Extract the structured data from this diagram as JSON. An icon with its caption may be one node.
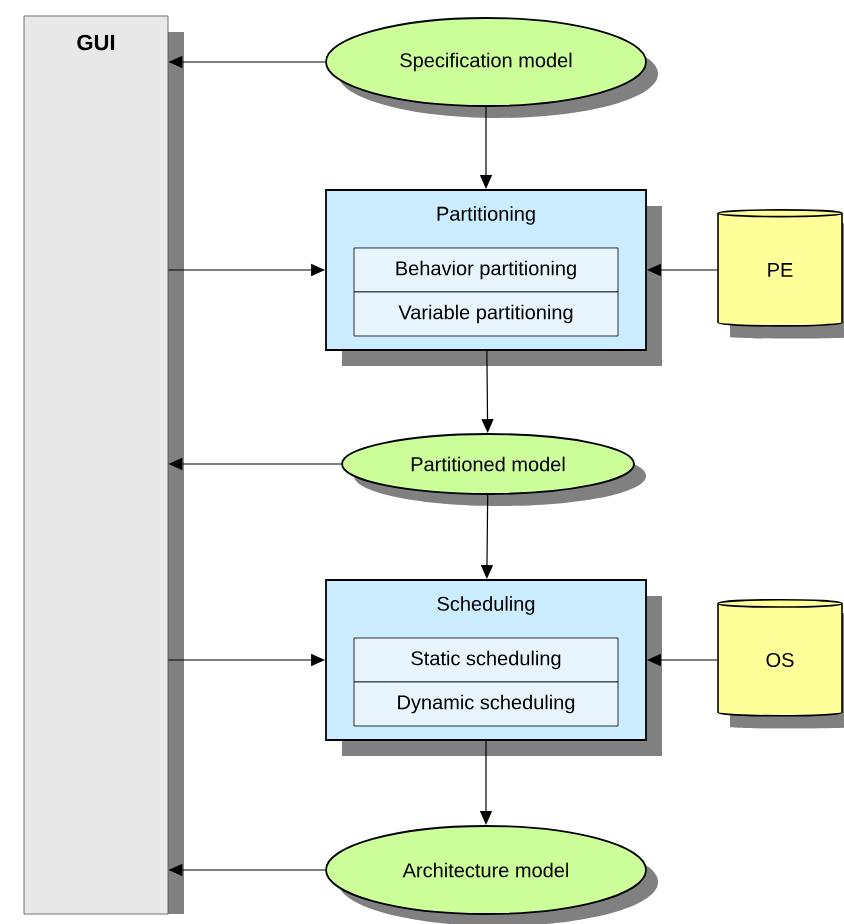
{
  "diagram": {
    "nodes": [
      {
        "text": [
          "GUI"
        ]
      },
      {
        "text": [
          "Specification model"
        ]
      },
      {
        "text": [
          "Partitioning"
        ]
      },
      {
        "text": [
          "Behavior partitioning"
        ],
        "in": 2
      },
      {
        "text": [
          "Variable partitioning"
        ],
        "in": 2
      },
      {
        "text": [
          "PE"
        ]
      },
      {
        "text": [
          "Partitioned model"
        ]
      },
      {
        "text": [
          "Scheduling"
        ]
      },
      {
        "text": [
          "Static scheduling"
        ],
        "in": 7
      },
      {
        "text": [
          "Dynamic scheduling"
        ],
        "in": 7
      },
      {
        "text": [
          "OS"
        ]
      },
      {
        "text": [
          "Architecture model"
        ]
      }
    ],
    "edges": [
      {
        "from": 1,
        "to": 0,
        "arrow": "to"
      },
      {
        "from": 1,
        "to": 2,
        "arrow": "to"
      },
      {
        "from": 0,
        "to": 2,
        "arrow": "to"
      },
      {
        "from": 5,
        "to": 2,
        "arrow": "to"
      },
      {
        "from": 2,
        "to": 6,
        "arrow": "to"
      },
      {
        "from": 6,
        "to": 0,
        "arrow": "to"
      },
      {
        "from": 6,
        "to": 7,
        "arrow": "to"
      },
      {
        "from": 0,
        "to": 7,
        "arrow": "to"
      },
      {
        "from": 10,
        "to": 7,
        "arrow": "to"
      },
      {
        "from": 7,
        "to": 11,
        "arrow": "to"
      },
      {
        "from": 11,
        "to": 0,
        "arrow": "to"
      }
    ]
  }
}
